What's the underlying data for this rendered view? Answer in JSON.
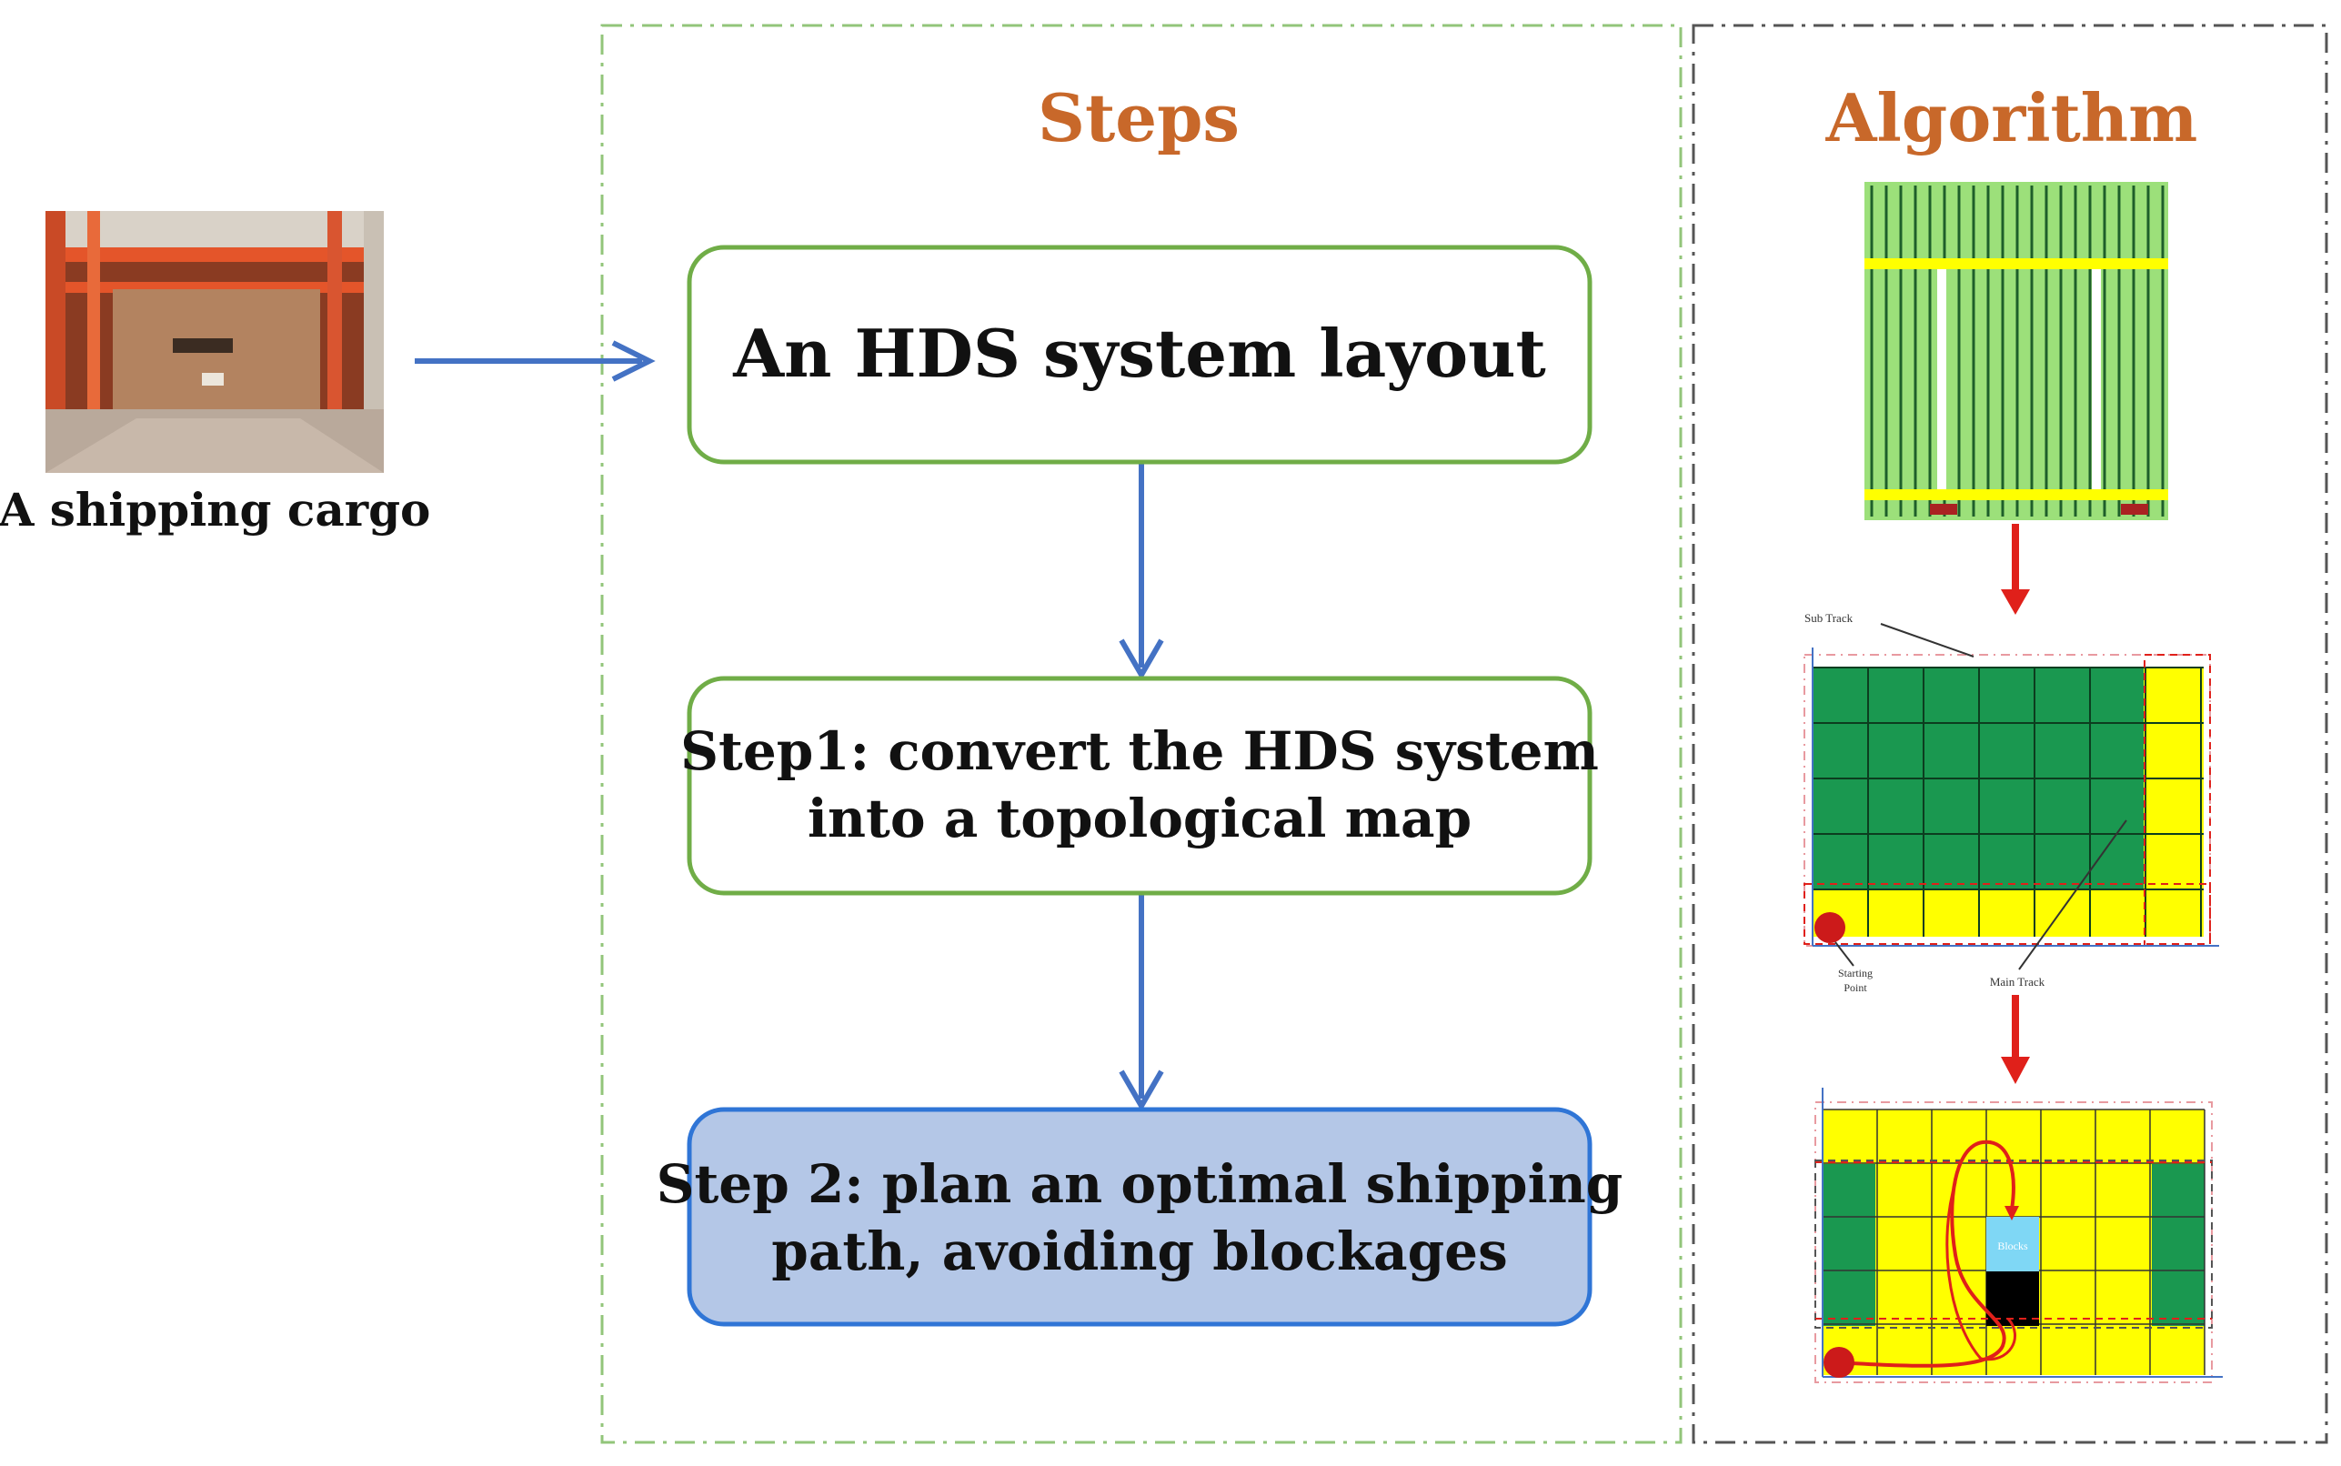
{
  "input": {
    "caption": "A shipping cargo",
    "photo_icon": "cargo-photo"
  },
  "steps_panel": {
    "title": "Steps",
    "boxes": [
      {
        "lines": [
          "An HDS system layout"
        ]
      },
      {
        "lines": [
          "Step1: convert the HDS system",
          "into a topological map"
        ]
      },
      {
        "lines": [
          "Step 2: plan an optimal shipping",
          "path, avoiding blockages"
        ]
      }
    ]
  },
  "algorithm_panel": {
    "title": "Algorithm",
    "map1": {
      "labels": [
        "Sub Track",
        "Starting",
        "Point",
        "Main Track"
      ]
    },
    "map2": {
      "block_label": "Blocks"
    }
  },
  "colors": {
    "title": "#c8682a",
    "green_border": "#70ad47",
    "blue_arrow": "#4472c4",
    "red_arrow": "#e0201a",
    "highlight_fill": "#b4c7e7",
    "highlight_border": "#2f75d6",
    "grid_green": "#1a9850",
    "grid_yellow": "#ffff00",
    "panel_border_green": "#92c57a",
    "panel_border_dark": "#555555"
  }
}
